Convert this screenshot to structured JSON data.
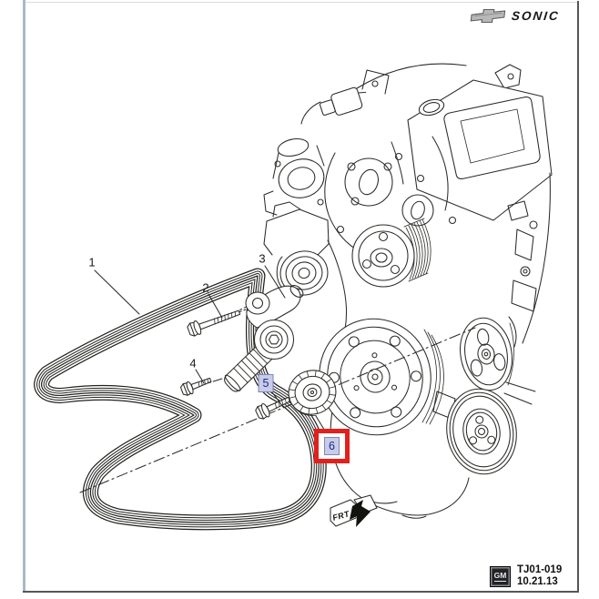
{
  "header": {
    "brand_icon": "chevrolet-bowtie-icon",
    "model_wordmark": "SONIC"
  },
  "diagram": {
    "orientation_label": "FRT",
    "callouts": [
      {
        "number": "1",
        "highlighted": false,
        "boxed_red": false
      },
      {
        "number": "2",
        "highlighted": false,
        "boxed_red": false
      },
      {
        "number": "3",
        "highlighted": false,
        "boxed_red": false
      },
      {
        "number": "4",
        "highlighted": false,
        "boxed_red": false
      },
      {
        "number": "5",
        "highlighted": true,
        "boxed_red": false
      },
      {
        "number": "6",
        "highlighted": true,
        "boxed_red": true
      }
    ],
    "colors": {
      "line_art": "#2b2b28",
      "highlight_fill": "#c8cce9",
      "highlight_border": "#7d86b8",
      "highlight_text": "#1d2a86",
      "red_marker": "#e2201c",
      "frame_left_edge": "#a6bac9",
      "frame_dark_edge": "#565656"
    }
  },
  "footer": {
    "gm_mark": "GM",
    "document_number": "TJ01-019",
    "document_date": "10.21.13"
  }
}
